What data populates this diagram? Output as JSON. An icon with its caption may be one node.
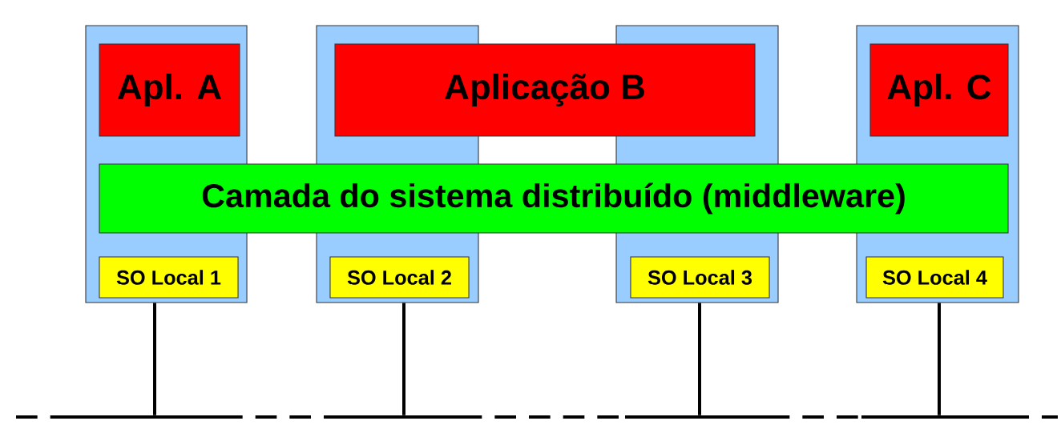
{
  "diagram": {
    "nodes": [
      {
        "text": [],
        "shape": "box"
      },
      {
        "text": [
          "Apl. A"
        ],
        "in": 0
      },
      {
        "text": [],
        "shape": "box"
      },
      {
        "text": [
          "Aplicação B"
        ]
      },
      {
        "text": [],
        "shape": "box"
      },
      {
        "text": [],
        "shape": "box"
      },
      {
        "text": [
          "Apl. C"
        ],
        "in": 5
      },
      {
        "text": [
          "Camada do sistema distribuído (middleware)"
        ]
      },
      {
        "text": [
          "SO Local 1"
        ],
        "in": 0
      },
      {
        "text": [
          "SO Local 2"
        ],
        "in": 2
      },
      {
        "text": [
          "SO Local 3"
        ],
        "in": 4
      },
      {
        "text": [
          "SO Local 4"
        ],
        "in": 5
      },
      {
        "text": [],
        "shape": "line"
      }
    ],
    "edges": [
      {
        "from": 0,
        "to": 12,
        "arrow": "none"
      },
      {
        "from": 2,
        "to": 12,
        "arrow": "none"
      },
      {
        "from": 4,
        "to": 12,
        "arrow": "none"
      },
      {
        "from": 5,
        "to": 12,
        "arrow": "none"
      }
    ]
  }
}
